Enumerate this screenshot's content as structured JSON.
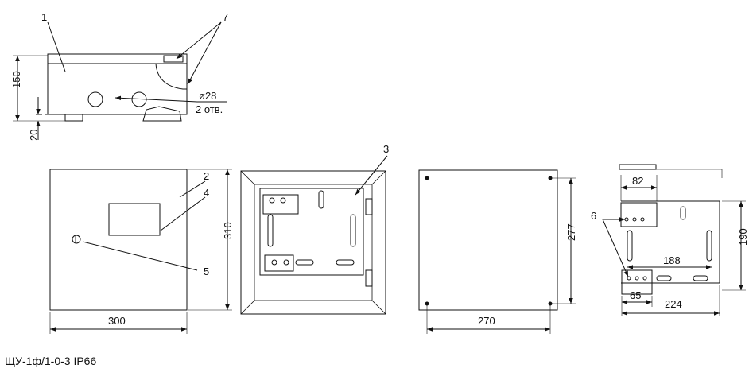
{
  "caption": "ЩУ-1ф/1-0-3 IP66",
  "callouts": {
    "c1": "1",
    "c2": "2",
    "c3": "3",
    "c4": "4",
    "c5": "5",
    "c6": "6",
    "c7": "7"
  },
  "side_view": {
    "height": "150",
    "base": "20",
    "hole_diameter": "ø28",
    "hole_count": "2 отв."
  },
  "front_view": {
    "width": "300",
    "height": "310"
  },
  "back_view": {
    "hole_spacing_x": "270",
    "hole_spacing_y": "277"
  },
  "bracket_view": {
    "top_width": "82",
    "height": "190",
    "slot_length": "188",
    "bottom_width": "65",
    "overall_width": "224"
  }
}
